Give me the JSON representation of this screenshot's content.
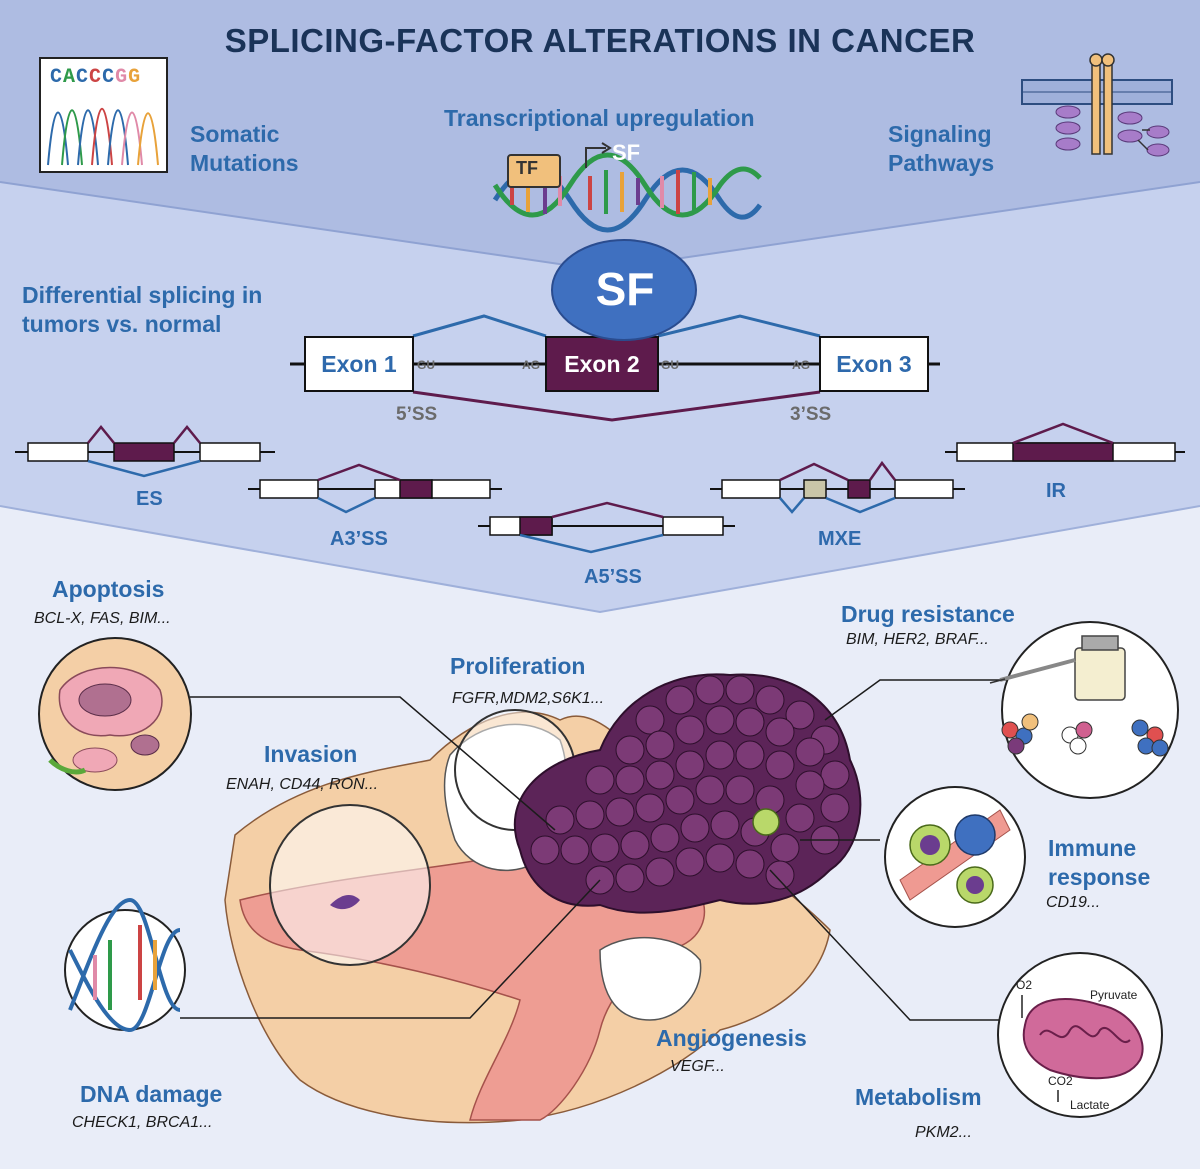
{
  "title": "SPLICING-FACTOR ALTERATIONS IN CANCER",
  "top": {
    "somatic": "Somatic Mutations",
    "sequence_letters": [
      "C",
      "A",
      "C",
      "C",
      "C",
      "G",
      "G"
    ],
    "transcriptional": "Transcriptional upregulation",
    "tf_label": "TF",
    "sf_small": "SF",
    "signaling": "Signaling Pathways"
  },
  "middle": {
    "differential": "Differential splicing in tumors vs. normal",
    "sf_big": "SF",
    "exon1": "Exon 1",
    "exon2": "Exon 2",
    "exon3": "Exon 3",
    "gu1": "GU",
    "ag1": "AG",
    "gu2": "GU",
    "ag2": "AG",
    "ss5": "5’SS",
    "ss3": "3’SS",
    "events": [
      "ES",
      "A3’SS",
      "A5’SS",
      "MXE",
      "IR"
    ]
  },
  "outcomes": {
    "apoptosis": {
      "title": "Apoptosis",
      "genes": "BCL-X, FAS, BIM..."
    },
    "proliferation": {
      "title": "Proliferation",
      "genes": "FGFR,MDM2,S6K1..."
    },
    "invasion": {
      "title": "Invasion",
      "genes": "ENAH, CD44, RON..."
    },
    "drug": {
      "title": "Drug resistance",
      "genes": "BIM, HER2, BRAF..."
    },
    "immune": {
      "title": "Immune response",
      "genes": "CD19..."
    },
    "dna": {
      "title": "DNA damage",
      "genes": "CHECK1, BRCA1..."
    },
    "angio": {
      "title": "Angiogenesis",
      "genes": "VEGF..."
    },
    "metabolism": {
      "title": "Metabolism",
      "genes": "PKM2..."
    }
  },
  "metabolism_labels": {
    "o2": "O2",
    "co2": "CO2",
    "pyruvate": "Pyruvate",
    "lactate": "Lactate"
  },
  "colors": {
    "navy": "#1a3358",
    "blue": "#2d6aab",
    "purple": "#5e1b4c",
    "band_top": "#aebde2",
    "band_mid": "#c5d0ee",
    "band_bottom": "#e9edf8",
    "tumor": "#5c2458",
    "vessel": "#ef9a92",
    "tissue": "#f4cfa6"
  }
}
